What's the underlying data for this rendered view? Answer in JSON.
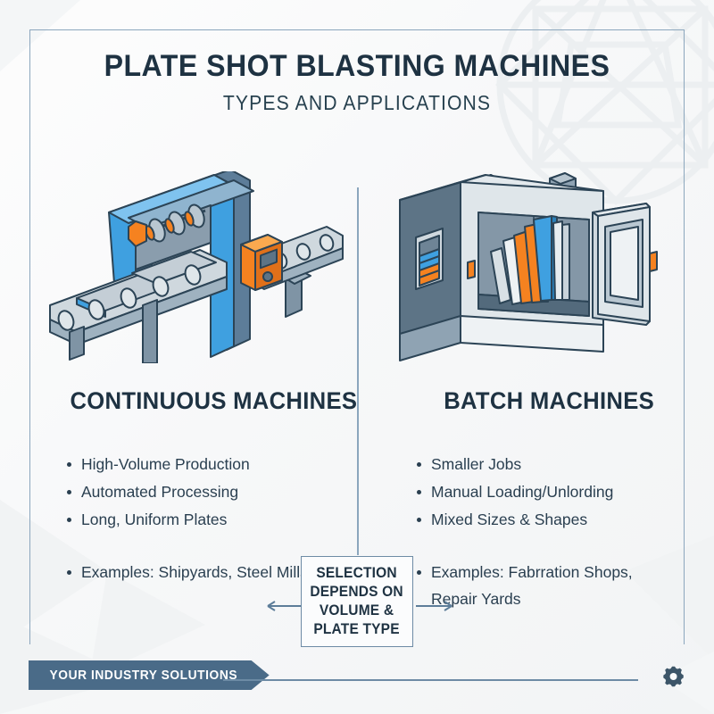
{
  "header": {
    "title": "PLATE SHOT BLASTING MACHINES",
    "subtitle": "TYPES AND APPLICATIONS"
  },
  "columns": {
    "left": {
      "heading": "CONTINUOUS MACHINES",
      "illustration_name": "continuous-conveyor-blasting-machine",
      "bullets": [
        "High-Volume Production",
        "Automated Processing",
        "Long, Uniform Plates"
      ],
      "examples": "Examples: Shipyards, Steel Mills"
    },
    "right": {
      "heading": "BATCH MACHINES",
      "illustration_name": "batch-cabinet-blasting-machine",
      "bullets": [
        "Smaller Jobs",
        "Manual Loading/Unlording",
        "Mixed Sizes & Shapes"
      ],
      "examples": "Examples: Fabrration Shops, Repair Yards"
    }
  },
  "callout": {
    "line1": "SELECTION",
    "line2": "DEPENDS ON",
    "line3": "VOLUME &",
    "line4": "PLATE TYPE"
  },
  "footer": {
    "ribbon_label": "YOUR INDUSTRY SOLUTIONS",
    "gear_icon": "gear-icon"
  },
  "colors": {
    "navy": "#1e3242",
    "body_text": "#2a3f50",
    "frame_blue": "#8ba6bd",
    "ribbon_blue": "#4a6b88",
    "accent_orange": "#f58220",
    "accent_blue": "#4aa3df",
    "machine_gray": "#c9d3da",
    "machine_dark": "#5d7486",
    "background": "#f7f8f9"
  }
}
